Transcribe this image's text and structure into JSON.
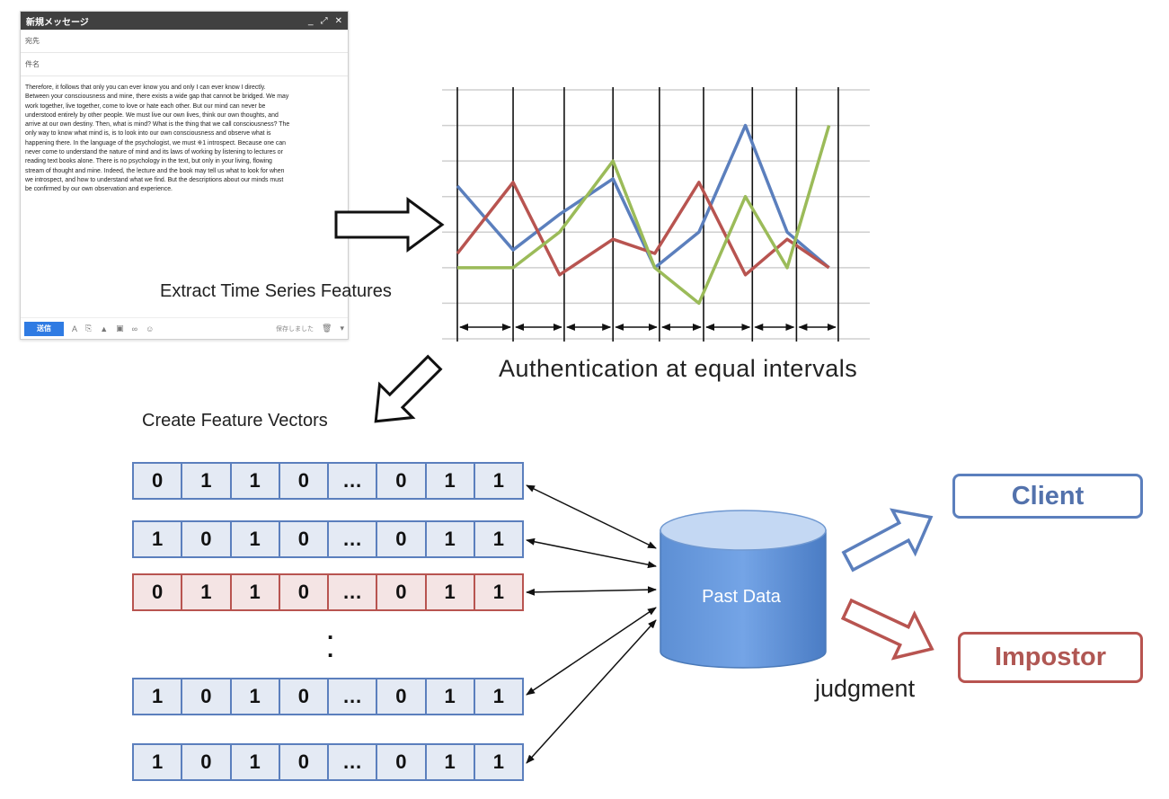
{
  "composer": {
    "title": "新規メッセージ",
    "window_controls": [
      "_",
      "⤢",
      "✕"
    ],
    "to_label": "宛先",
    "subject_label": "件名",
    "body_lines": [
      "Therefore, it follows that only you can ever know you and only I can ever know I directly.",
      "Between your consciousness and mine, there exists a wide gap that cannot be bridged. We may",
      "work together, live together, come to love or hate each other. But our mind can never be",
      "understood entirely by other people. We must live our own lives, think our own thoughts, and",
      "arrive at our own destiny. Then, what is mind? What is the thing that we call consciousness? The",
      "only way to know what mind is, is to look into our own consciousness and observe what is",
      "happening there. In the language of the psychologist, we must ※1 introspect. Because one can",
      "never come to understand the nature of mind and its laws of working by listening to lectures or",
      "reading text books alone. There is no psychology in the text, but only in your living, flowing",
      "stream of thought and mine. Indeed, the lecture and the book may tell us what to look for when",
      "we introspect, and how to understand what we find. But the descriptions about our minds must",
      "be confirmed by our own observation and experience."
    ],
    "send_label": "送信",
    "saved_label": "保存しました",
    "icons": [
      "text-format-icon",
      "attach-icon",
      "drive-icon",
      "photo-icon",
      "link-icon",
      "emoji-icon",
      "trash-icon",
      "more-options-icon"
    ]
  },
  "labels": {
    "extract": "Extract Time Series Features",
    "auth": "Authentication at equal intervals",
    "create": "Create Feature Vectors",
    "judgment": "judgment"
  },
  "chart_data": {
    "type": "line",
    "x": [
      0,
      1,
      2,
      3,
      4,
      5,
      6,
      7,
      8,
      9,
      10,
      11,
      12
    ],
    "series": [
      {
        "color": "#5b7fbd",
        "values": [
          4.3,
          2.5,
          3.5,
          4.5,
          2.0,
          3.0,
          6.0,
          3.0,
          2.0
        ]
      },
      {
        "color": "#b85450",
        "values": [
          2.4,
          4.4,
          1.8,
          2.8,
          2.4,
          4.4,
          1.8,
          2.8,
          2.0
        ]
      },
      {
        "color": "#9bbb59",
        "values": [
          2.0,
          2.0,
          3.0,
          5.0,
          2.0,
          1.0,
          4.0,
          2.0,
          6.0
        ]
      }
    ],
    "series_x": [
      0.0,
      1.2,
      2.2,
      3.35,
      4.25,
      5.2,
      6.2,
      7.1,
      8.0
    ],
    "ylim": [
      0,
      7
    ],
    "grid": true,
    "interval_bounds": [
      0.0,
      1.2,
      2.3,
      3.35,
      4.35,
      5.3,
      6.35,
      7.3,
      8.2
    ]
  },
  "vectors": [
    {
      "values": [
        "0",
        "1",
        "1",
        "0",
        "…",
        "0",
        "1",
        "1"
      ],
      "highlight": false
    },
    {
      "values": [
        "1",
        "0",
        "1",
        "0",
        "…",
        "0",
        "1",
        "1"
      ],
      "highlight": false
    },
    {
      "values": [
        "0",
        "1",
        "1",
        "0",
        "…",
        "0",
        "1",
        "1"
      ],
      "highlight": true
    },
    {
      "values": [
        "1",
        "0",
        "1",
        "0",
        "…",
        "0",
        "1",
        "1"
      ],
      "highlight": false
    },
    {
      "values": [
        "1",
        "0",
        "1",
        "0",
        "…",
        "0",
        "1",
        "1"
      ],
      "highlight": false
    }
  ],
  "vertical_dots": ".\n.",
  "database": {
    "label": "Past Data"
  },
  "outputs": {
    "client": {
      "label": "Client",
      "color": "#5b7fbd"
    },
    "impostor": {
      "label": "Impostor",
      "color": "#b85450"
    }
  }
}
